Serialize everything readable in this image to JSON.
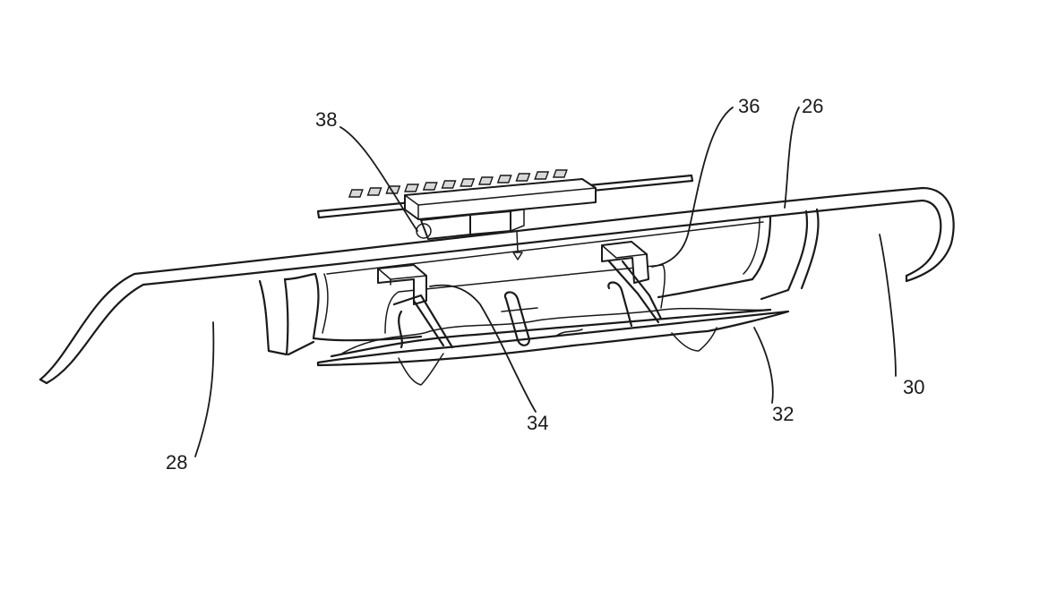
{
  "figure": {
    "labels": {
      "l26": "26",
      "l28": "28",
      "l30": "30",
      "l32": "32",
      "l34": "34",
      "l36": "36",
      "l38": "38"
    }
  }
}
